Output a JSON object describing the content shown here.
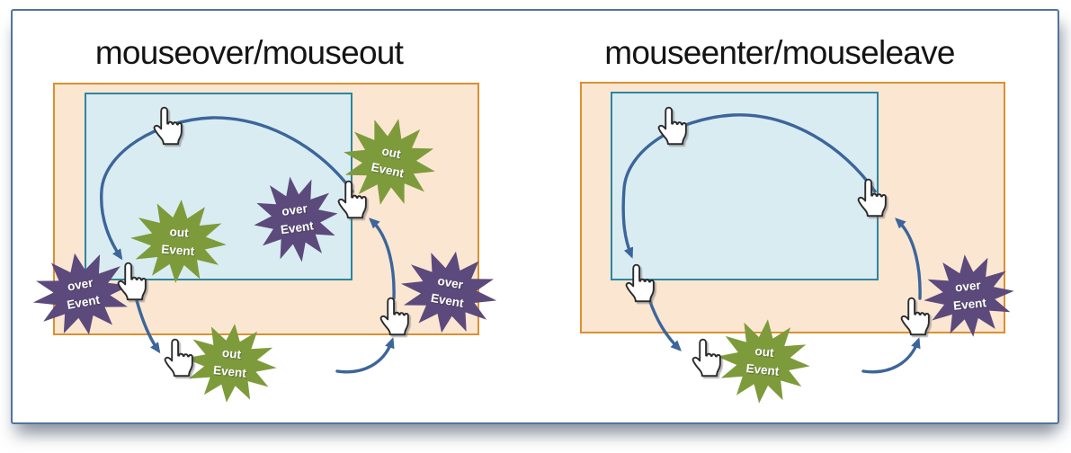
{
  "colors": {
    "frame_border": "#51749e",
    "outer_box_fill": "#fbe6d2",
    "outer_box_border": "#db9130",
    "inner_box_fill": "#d9ecf2",
    "inner_box_border": "#2f859c",
    "arrow": "#3c659a",
    "out_event_fill": "#7e9b3c",
    "over_event_fill": "#5c4a7c",
    "burst_text": "#ffffff",
    "title_text": "#141414"
  },
  "panels": [
    {
      "title": "mouseover/mouseout",
      "bursts": [
        {
          "kind": "out-event",
          "lines": [
            "out",
            "Event"
          ]
        },
        {
          "kind": "over-event",
          "lines": [
            "over",
            "Event"
          ]
        },
        {
          "kind": "out-event",
          "lines": [
            "out",
            "Event"
          ]
        },
        {
          "kind": "over-event",
          "lines": [
            "over",
            "Event"
          ]
        },
        {
          "kind": "out-event",
          "lines": [
            "out",
            "Event"
          ]
        },
        {
          "kind": "over-event",
          "lines": [
            "over",
            "Event"
          ]
        }
      ]
    },
    {
      "title": "mouseenter/mouseleave",
      "bursts": [
        {
          "kind": "out-event",
          "lines": [
            "out",
            "Event"
          ]
        },
        {
          "kind": "over-event",
          "lines": [
            "over",
            "Event"
          ]
        }
      ]
    }
  ]
}
